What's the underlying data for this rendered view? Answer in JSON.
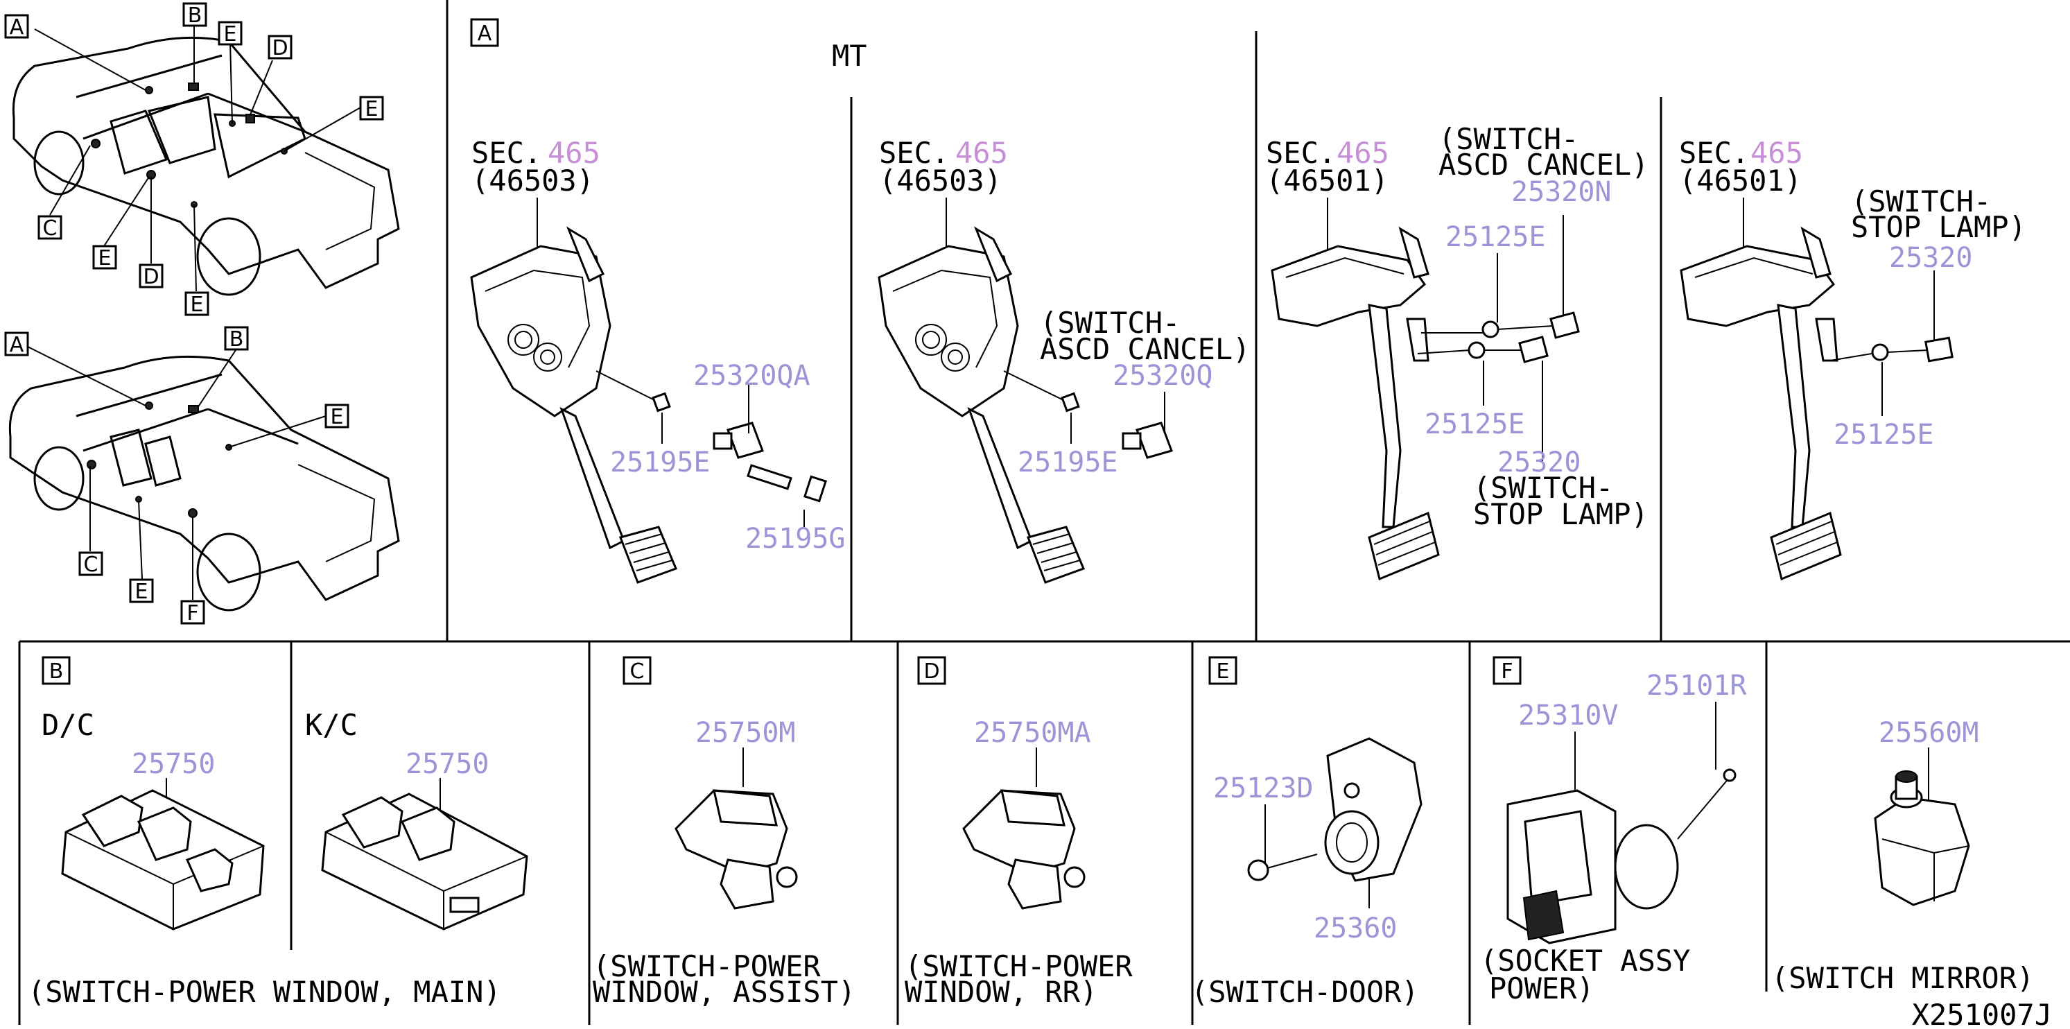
{
  "diagram_code": "X251007J",
  "callouts": {
    "a": "A",
    "b": "B",
    "c": "C",
    "d": "D",
    "e": "E",
    "f": "F"
  },
  "panel_a": {
    "callout": "A",
    "mt_label": "MT",
    "sec": "SEC.",
    "sec_num": "465",
    "ref_46503": "(46503)",
    "ref_46501": "(46501)",
    "sw_asc_1": "(SWITCH-",
    "sw_asc_2": "ASCD CANCEL)",
    "sw_stop_1": "(SWITCH-",
    "sw_stop_2": "STOP LAMP)",
    "pn_25320QA": "25320QA",
    "pn_25195E": "25195E",
    "pn_25195G": "25195G",
    "pn_25320Q": "25320Q",
    "pn_25320N": "25320N",
    "pn_25125E": "25125E",
    "pn_25320": "25320"
  },
  "panel_b": {
    "callout": "B",
    "dc": "D/C",
    "kc": "K/C",
    "pn": "25750",
    "title": "(SWITCH-POWER WINDOW, MAIN)"
  },
  "panel_c": {
    "callout": "C",
    "pn": "25750M",
    "title1": "(SWITCH-POWER",
    "title2": "WINDOW, ASSIST)"
  },
  "panel_d": {
    "callout": "D",
    "pn": "25750MA",
    "title1": "(SWITCH-POWER",
    "title2": "WINDOW, RR)"
  },
  "panel_e": {
    "callout": "E",
    "pn_screw": "25123D",
    "pn_switch": "25360",
    "title": "(SWITCH-DOOR)"
  },
  "panel_f": {
    "callout": "F",
    "pn_socket": "25310V",
    "pn_cap": "25101R",
    "title1": "(SOCKET ASSY",
    "title2": "POWER)"
  },
  "panel_mirror": {
    "pn": "25560M",
    "title": "(SWITCH MIRROR)"
  }
}
